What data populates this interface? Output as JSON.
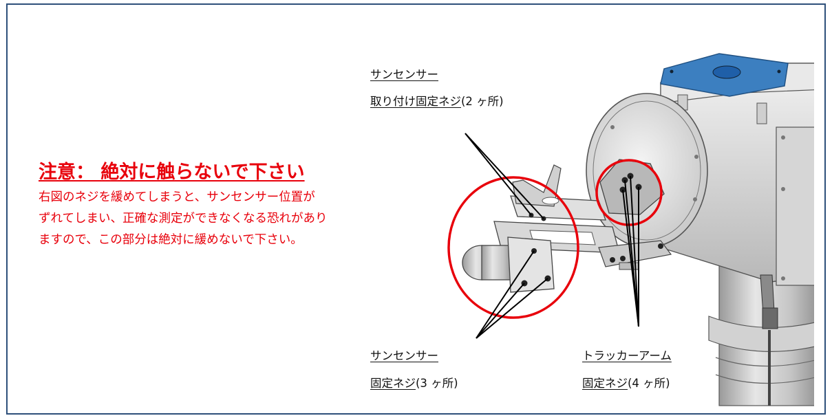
{
  "warning": {
    "title": "注意： 絶対に触らないで下さい",
    "lines": [
      "右図のネジを緩めてしまうと、サンセンサー位置が",
      "ずれてしまい、正確な測定ができなくなる恐れがあり",
      "ますので、この部分は絶対に緩めないで下さい。"
    ],
    "color": "#e8000b"
  },
  "callouts": {
    "sun_sensor_mount": {
      "line1": "サンセンサー",
      "line2_main": "取り付け固定ネジ",
      "line2_suffix": "(2 ヶ所)"
    },
    "sun_sensor_fix": {
      "line1": "サンセンサー",
      "line2_main": "固定ネジ",
      "line2_suffix": "(3 ヶ所)"
    },
    "tracker_arm_fix": {
      "line1": "トラッカーアーム",
      "line2_main": "固定ネジ",
      "line2_suffix": "(4 ヶ所)"
    }
  },
  "colors": {
    "frame": "#2d4f7a",
    "circle": "#e8000b",
    "top_plate": "#3c7fc0"
  }
}
